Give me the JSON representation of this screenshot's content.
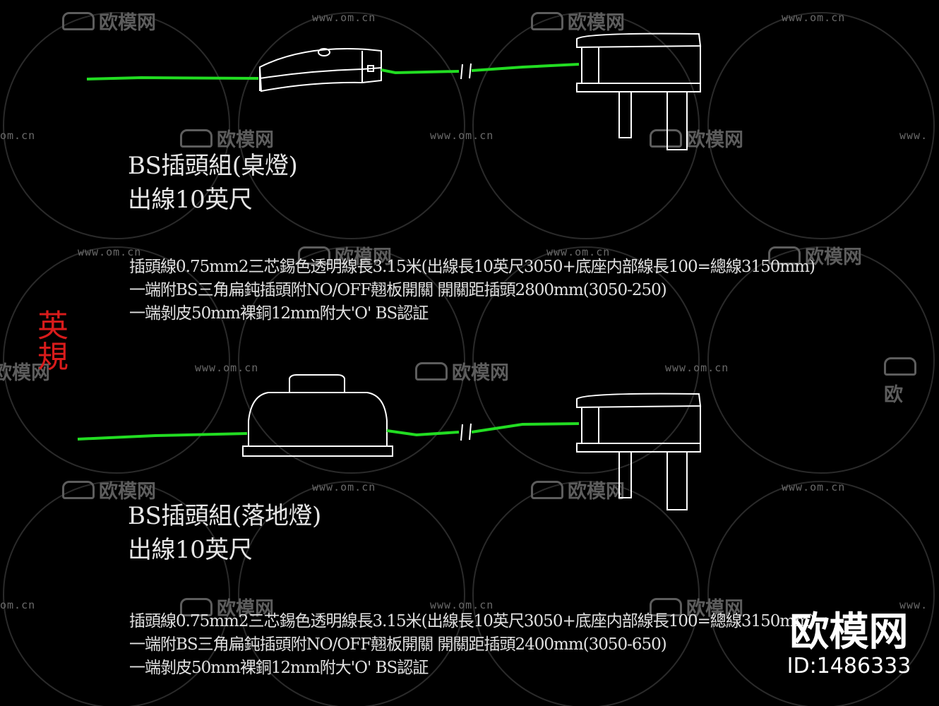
{
  "diagrams": [
    {
      "title": "BS插頭組(桌燈)",
      "subtitle": "出線10英尺",
      "spec_lines": [
        "插頭線0.75mm2三芯錫色透明線長3.15米(出線長10英尺3050+底座内部線長100=總線3150mm)",
        "一端附BS三角扁鈍插頭附NO/OFF翹板開關 開關距插頭2800mm(3050-250)",
        "一端剝皮50mm裸銅12mm附大'O'  BS認証"
      ]
    },
    {
      "title": "BS插頭組(落地燈)",
      "subtitle": "出線10英尺",
      "spec_lines": [
        "插頭線0.75mm2三芯錫色透明線長3.15米(出線長10英尺3050+底座内部線長100=總線3150mm)",
        "一端附BS三角扁鈍插頭附NO/OFF翹板開關 開關距插頭2400mm(3050-650)",
        "一端剝皮50mm裸銅12mm附大'O'  BS認証"
      ]
    }
  ],
  "region_label": "英規",
  "watermark": {
    "url": "www.om.cn",
    "logo": "欧模网"
  },
  "brand": {
    "name": "欧模网",
    "id": "ID:1486333"
  },
  "colors": {
    "wire": "#22dd22",
    "line": "#ffffff",
    "region": "#d81b1b",
    "background": "#000000"
  }
}
